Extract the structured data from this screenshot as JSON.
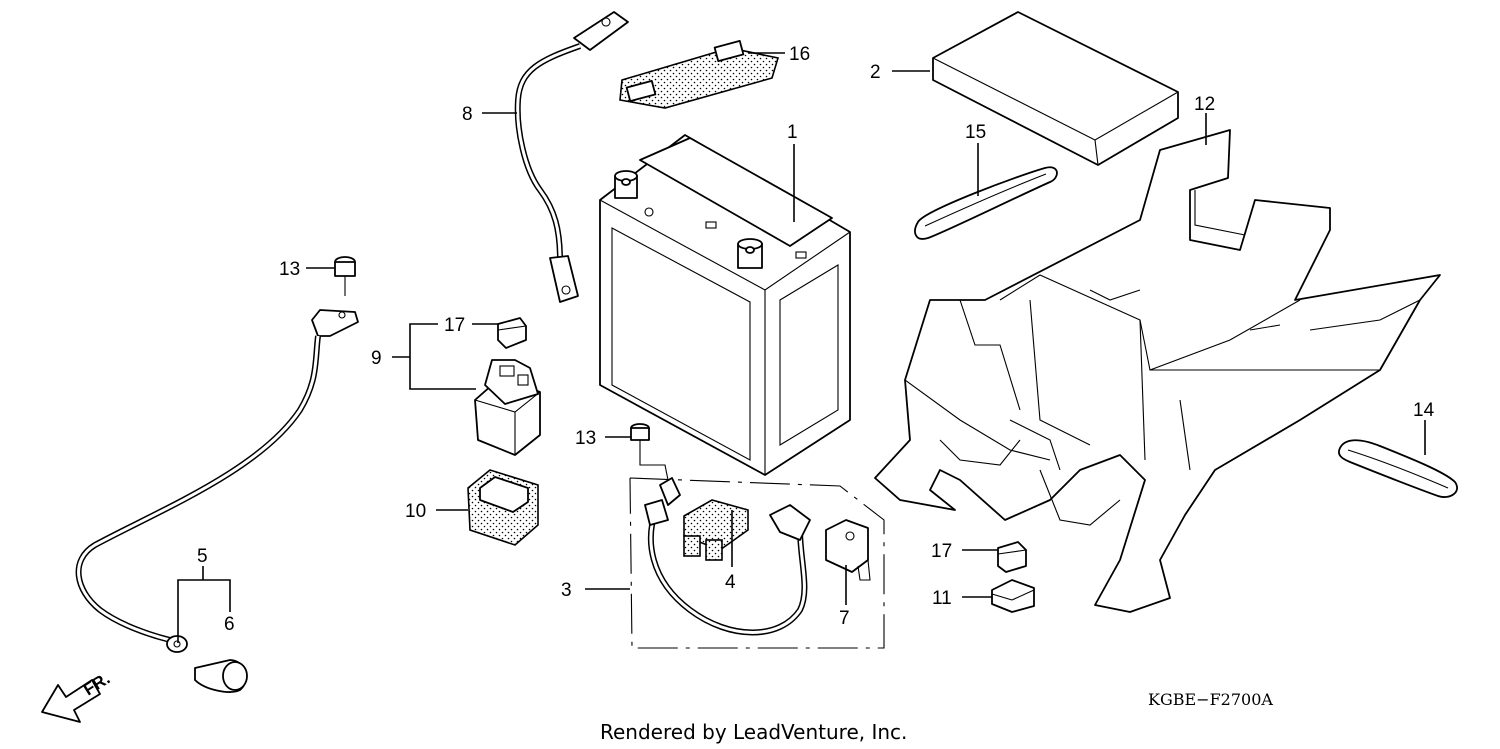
{
  "diagram": {
    "callouts": {
      "c1": "1",
      "c2": "2",
      "c3": "3",
      "c4": "4",
      "c5": "5",
      "c6": "6",
      "c7": "7",
      "c8": "8",
      "c9": "9",
      "c10": "10",
      "c11": "11",
      "c12": "12",
      "c13a": "13",
      "c13b": "13",
      "c14": "14",
      "c15": "15",
      "c16": "16",
      "c17a": "17",
      "c17b": "17"
    },
    "direction_label": "FR.",
    "drawing_code": "KGBE−F2700A",
    "credit": "Rendered by LeadVenture, Inc."
  }
}
